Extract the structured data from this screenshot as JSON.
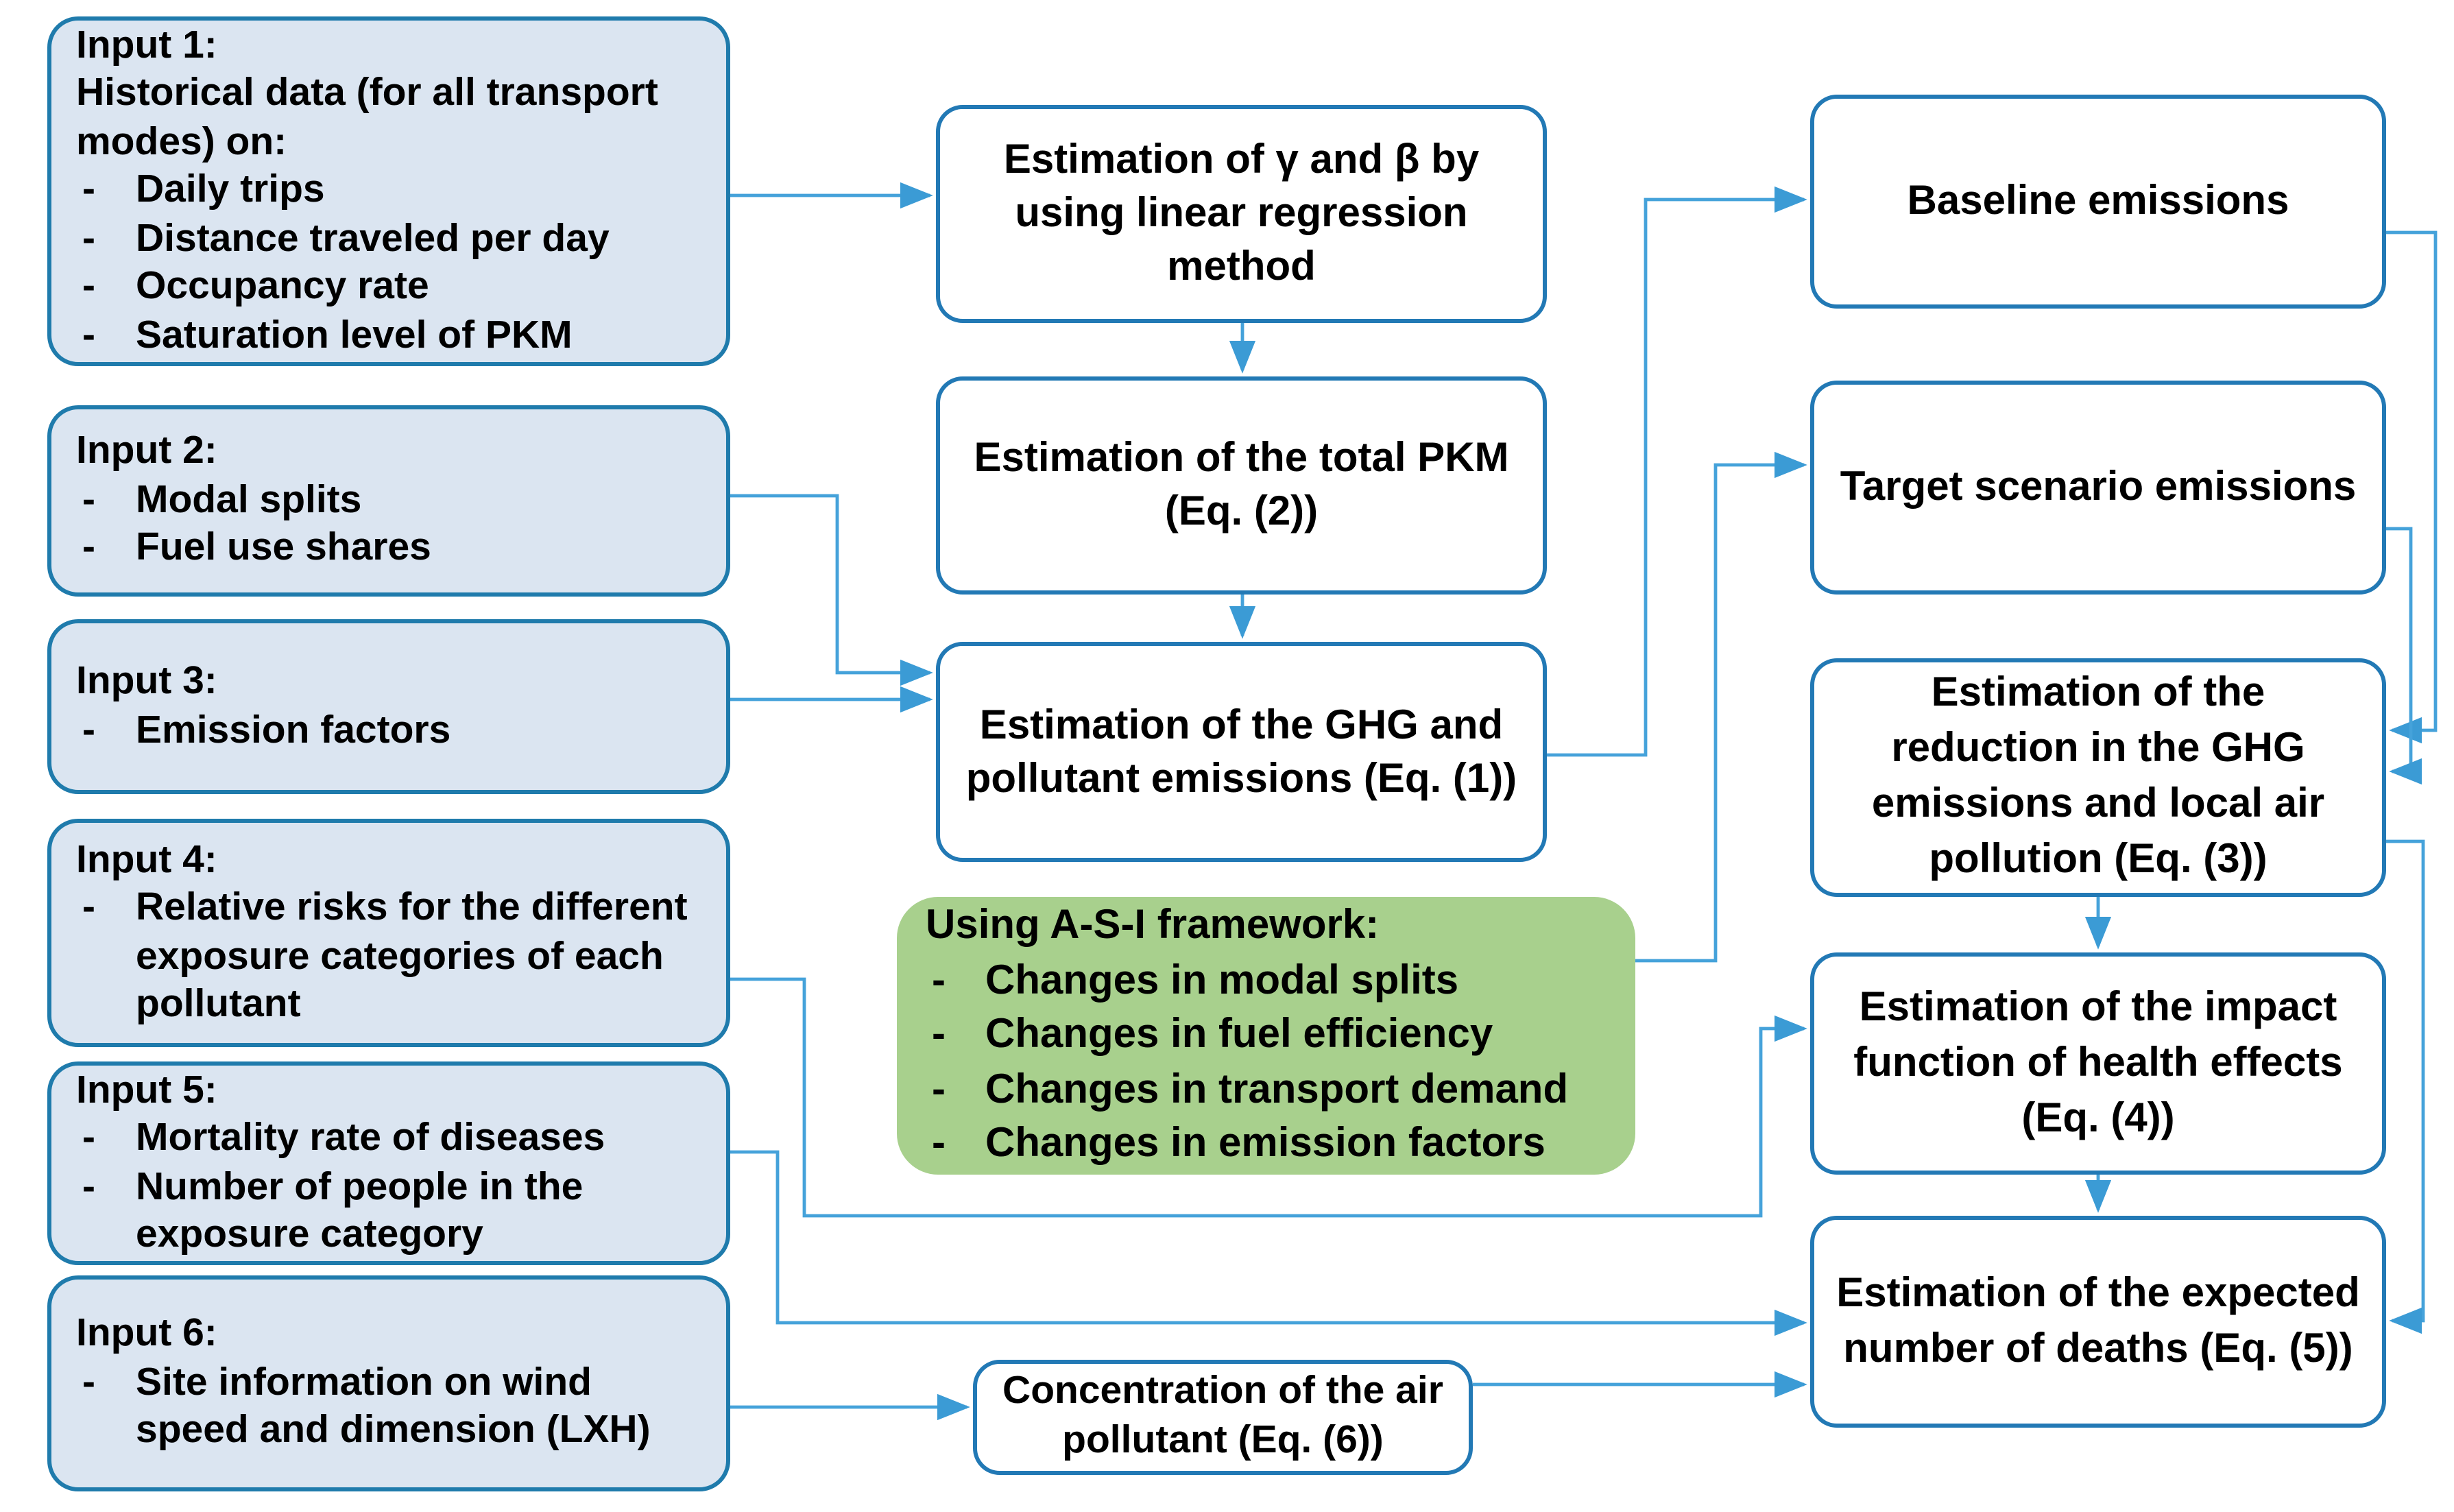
{
  "diagram": {
    "inputs": [
      {
        "title": "Input 1:",
        "subtitle": "Historical data (for all transport modes) on:",
        "bullets": [
          "Daily trips",
          "Distance traveled per day",
          "Occupancy rate",
          "Saturation level of PKM"
        ]
      },
      {
        "title": "Input 2:",
        "bullets": [
          "Modal splits",
          "Fuel use shares"
        ]
      },
      {
        "title": "Input 3:",
        "bullets": [
          "Emission factors"
        ]
      },
      {
        "title": "Input 4:",
        "bullets": [
          "Relative risks for the different exposure categories of each pollutant"
        ]
      },
      {
        "title": "Input 5:",
        "bullets": [
          "Mortality rate of diseases",
          "Number of people in the exposure category"
        ]
      },
      {
        "title": "Input 6:",
        "bullets": [
          "Site information on wind speed and dimension (LXH)"
        ]
      }
    ],
    "process": {
      "gamma_beta": "Estimation of γ and β by using linear regression method",
      "total_pkm": "Estimation of the total PKM (Eq. (2))",
      "ghg": "Estimation of the GHG and pollutant emissions (Eq. (1))",
      "concentration": "Concentration of the air pollutant (Eq. (6))"
    },
    "asi": {
      "title": "Using A-S-I framework:",
      "bullets": [
        "Changes in modal splits",
        "Changes in fuel efficiency",
        "Changes in transport demand",
        "Changes in emission factors"
      ]
    },
    "outputs": {
      "baseline": "Baseline emissions",
      "target": "Target scenario emissions",
      "reduction": "Estimation of the reduction in the GHG emissions and local air pollution (Eq. (3))",
      "impact": "Estimation of the impact function of health effects (Eq. (4))",
      "deaths": "Estimation of the expected number of deaths (Eq. (5))"
    },
    "colors": {
      "input_fill": "#dbe5f1",
      "input_border": "#1f7bac",
      "process_border": "#2279b5",
      "asi_fill": "#a8d08d",
      "arrow": "#45a2da",
      "text": "#000000"
    }
  }
}
